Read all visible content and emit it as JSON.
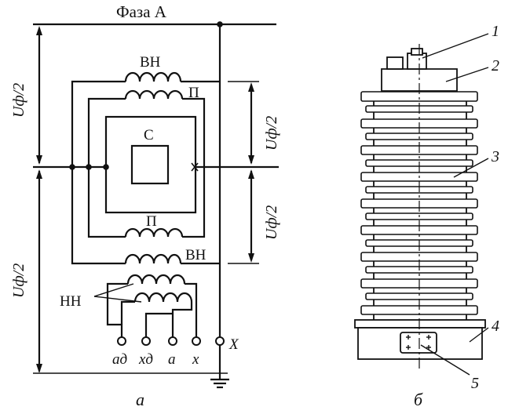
{
  "phase_label": "Фаза А",
  "voltage_label": "Uф/2",
  "winding_hv": "ВН",
  "winding_p": "П",
  "core_label": "С",
  "winding_lv": "НН",
  "terminals": [
    "aд",
    "xд",
    "a",
    "x"
  ],
  "terminal_x": "X",
  "sublabel_a": "а",
  "sublabel_b": "б",
  "callouts": [
    "1",
    "2",
    "3",
    "4",
    "5"
  ],
  "colors": {
    "ink": "#111111",
    "background": "#ffffff"
  }
}
